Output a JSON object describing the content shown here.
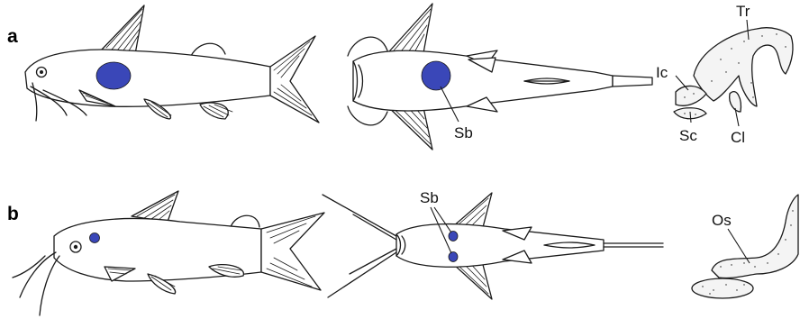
{
  "panels": [
    {
      "letter": "a",
      "labels": {
        "swimbladder": "Sb",
        "tripus": "Tr",
        "intercalarium": "Ic",
        "scaphium": "Sc",
        "claustrum": "Cl"
      }
    },
    {
      "letter": "b",
      "labels": {
        "swimbladder": "Sb",
        "os": "Os"
      }
    }
  ],
  "colors": {
    "swimbladder": "#3a47b8",
    "line": "#1a1a1a"
  }
}
